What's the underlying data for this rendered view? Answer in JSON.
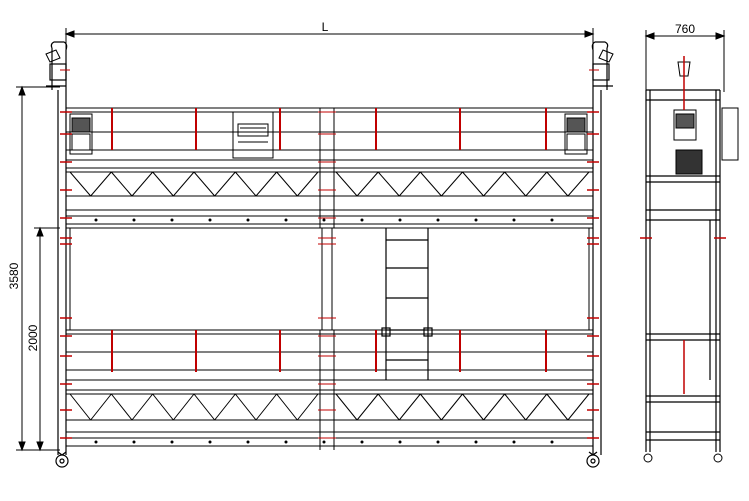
{
  "dimensions": {
    "length_label": "L",
    "width_label": "760",
    "total_height_label": "3580",
    "deck_spacing_label": "2000"
  },
  "colors": {
    "line": "#000000",
    "accent": "#c00000",
    "background": "#ffffff"
  }
}
